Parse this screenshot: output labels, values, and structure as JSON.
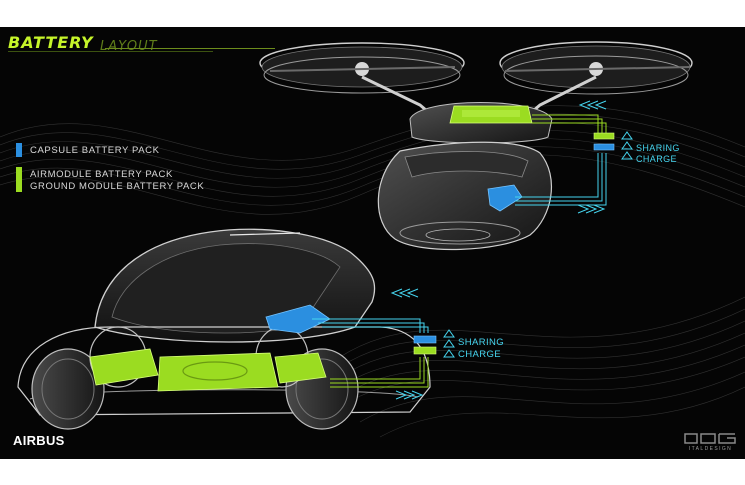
{
  "title": {
    "word1": "BATTERY",
    "word2": "LAYOUT"
  },
  "legend": [
    {
      "label": "CAPSULE BATTERY PACK",
      "color": "#2b8fe0"
    },
    {
      "label": "AIRMODULE BATTERY PACK",
      "color": "#9bdc21"
    },
    {
      "label": "GROUND MODULE BATTERY PACK",
      "color": "#9bdc21"
    }
  ],
  "air_module_tag": {
    "line1": "SHARING",
    "line2": "CHARGE"
  },
  "ground_module_tag": {
    "line1": "SHARING",
    "line2": "CHARGE"
  },
  "brand": "AIRBUS",
  "designer_logo": {
    "name": "ITALDESIGN"
  },
  "colors": {
    "green": "#9bdc21",
    "blue": "#2b8fe0",
    "cyan": "#45d4ee",
    "background": "#050505"
  }
}
